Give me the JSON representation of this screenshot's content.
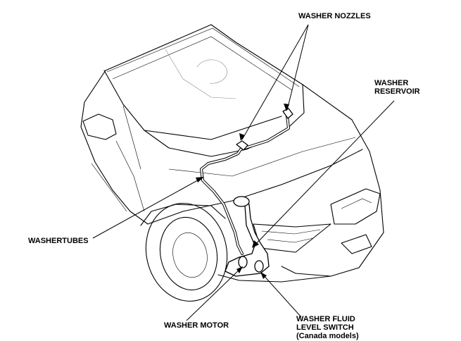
{
  "labels": {
    "washer_nozzles": "WASHER NOZZLES",
    "washer_reservoir_line1": "WASHER",
    "washer_reservoir_line2": "RESERVOIR",
    "washer_tubes": "WASHERTUBES",
    "washer_motor": "WASHER MOTOR",
    "fluid_switch_line1": "WASHER FLUID",
    "fluid_switch_line2": "LEVEL SWITCH",
    "fluid_switch_line3": "(Canada models)"
  }
}
